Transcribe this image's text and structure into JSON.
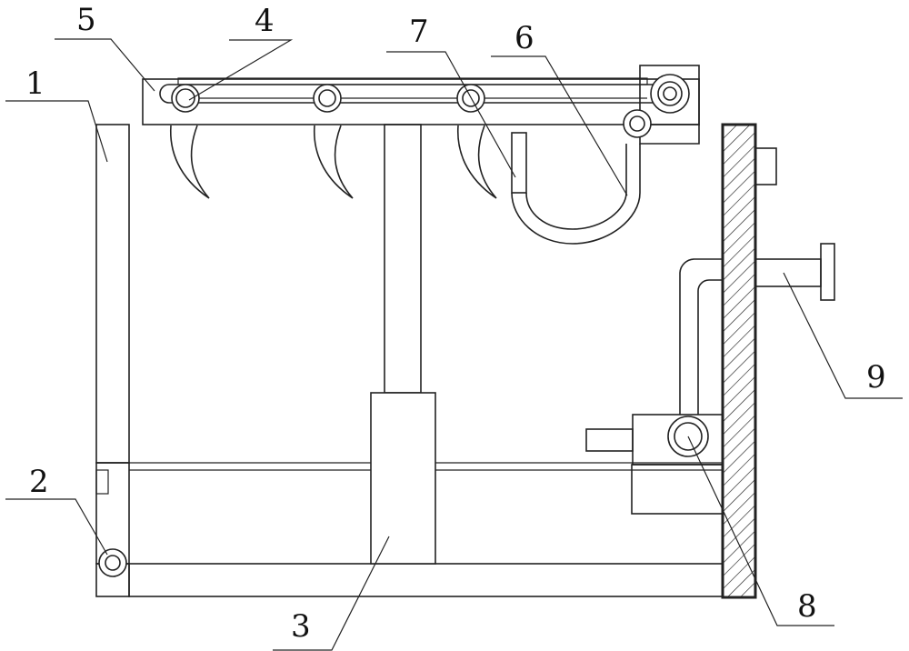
{
  "labels": {
    "l1": "1",
    "l2": "2",
    "l3": "3",
    "l4": "4",
    "l5": "5",
    "l6": "6",
    "l7": "7",
    "l8": "8",
    "l9": "9"
  },
  "colors": {
    "line": "#222222",
    "background": "#ffffff"
  }
}
